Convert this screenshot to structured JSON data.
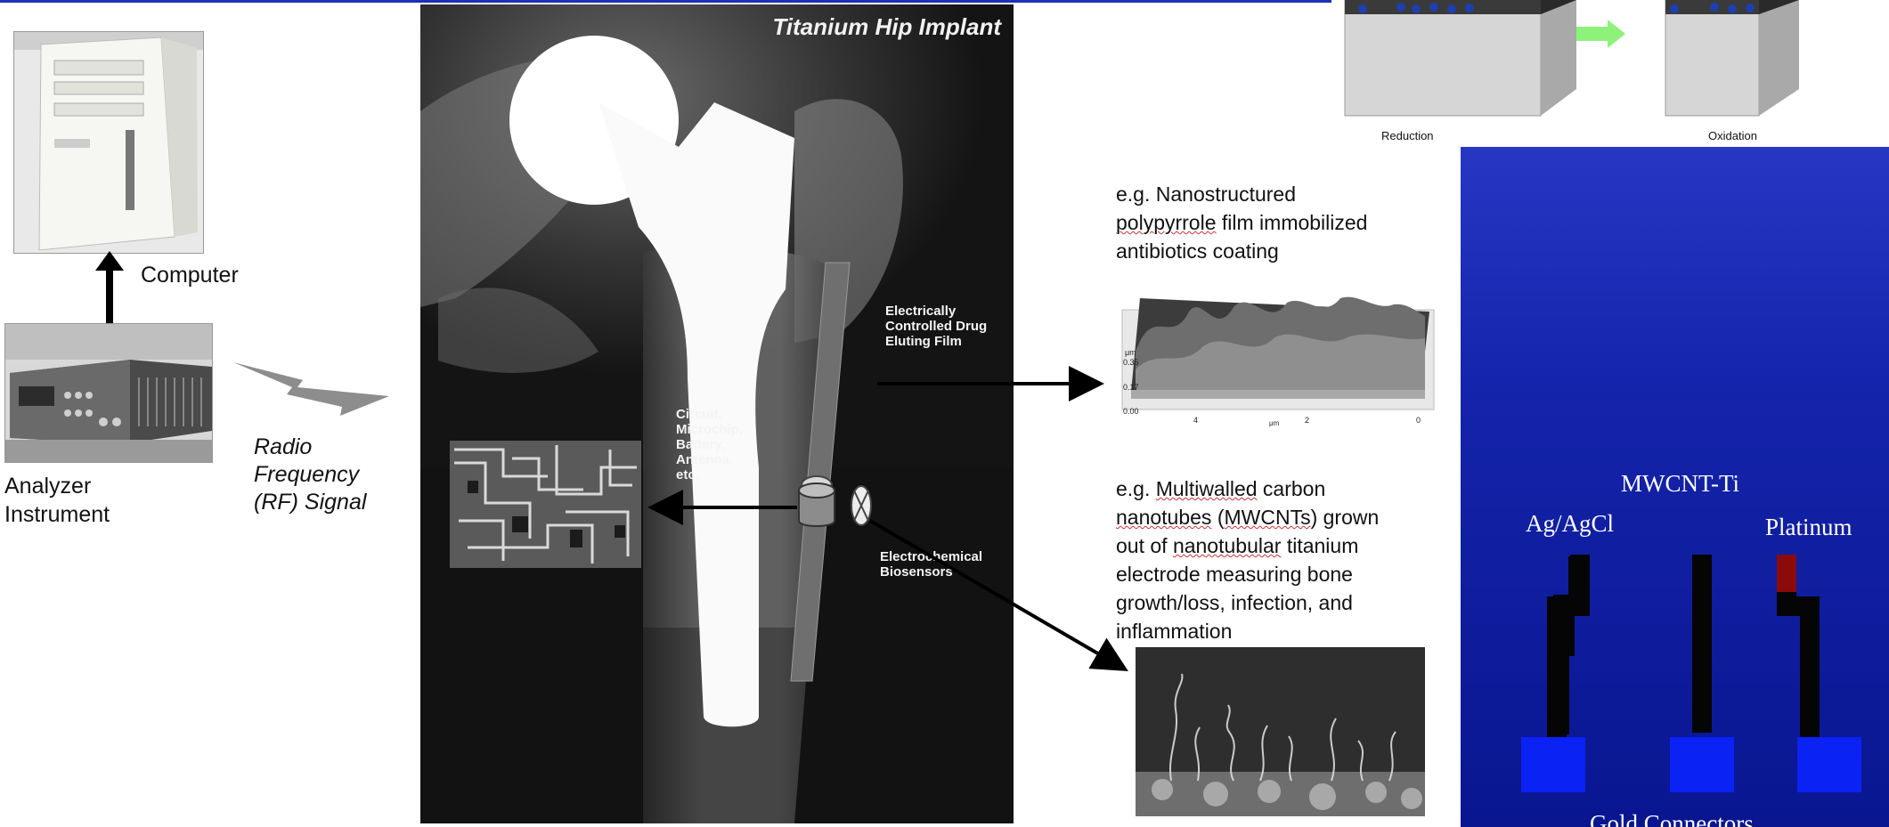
{
  "labels": {
    "computer": "Computer",
    "analyzer": "Analyzer\nInstrument",
    "rf_signal": "Radio\nFrequency\n(RF) Signal",
    "xray_title": "Titanium Hip Implant",
    "drug_film": "Electrically\nControlled Drug\nEluting Film",
    "circuit": "Circuit,\nMicrochip,\nBattery,\nAntenna,\netc.",
    "biosensors": "Electrochemical\nBiosensors",
    "caption_ppy_1": "e.g. Nanostructured",
    "caption_ppy_2": "polypyrrole",
    "caption_ppy_3": " film immobilized",
    "caption_ppy_4": "antibiotics coating",
    "caption_cnt_1": "e.g. ",
    "caption_cnt_2": "Multiwalled",
    "caption_cnt_3": " carbon",
    "caption_cnt_4": "nanotubes",
    "caption_cnt_5": " (",
    "caption_cnt_6": "MWCNTs",
    "caption_cnt_7": ") grown",
    "caption_cnt_8": "out of ",
    "caption_cnt_9": "nanotubular",
    "caption_cnt_10": " titanium",
    "caption_cnt_11": "electrode measuring bone",
    "caption_cnt_12": "growth/loss, infection, and",
    "caption_cnt_13": "inflammation",
    "reduction": "Reduction",
    "oxidation": "Oxidation",
    "mwcnt_ti": "MWCNT-Ti",
    "ag_agcl": "Ag/AgCl",
    "platinum": "Platinum",
    "gold_connectors": "Gold Connectors",
    "afm_unit": "μm",
    "afm_ticks_z": [
      "0.35",
      "0.17",
      "0.00"
    ],
    "afm_ticks_x": [
      "4",
      "2",
      "0"
    ],
    "afm_axis_x": "μm"
  },
  "colors": {
    "panel_blue": "#1424ab",
    "connector_blue": "#0b22f5",
    "trace_black": "#050505",
    "platinum_red": "#8b0a0a",
    "arrow_green": "#8ef27a"
  }
}
